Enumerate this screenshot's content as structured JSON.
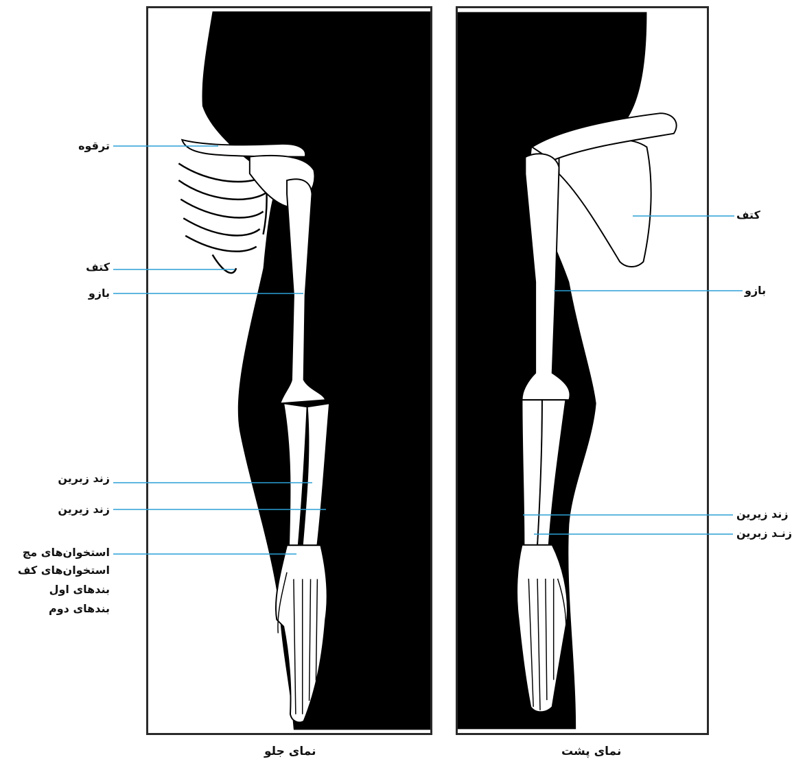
{
  "front_view": {
    "caption": "نمای جلو",
    "labels": {
      "clavicle": "ترقوه",
      "scapula": "کتف",
      "humerus": "بازو",
      "radius": "زند زبرین",
      "ulna": "زند زیرین",
      "carpals": "استخوان‌های مچ",
      "metacarpals": "استخوان‌های کف",
      "proximal_phalanges": "بندهای اول",
      "middle_phalanges": "بندهای دوم"
    }
  },
  "back_view": {
    "caption": "نمای پشت",
    "labels": {
      "scapula": "کتف",
      "humerus": "بازو",
      "ulna": "زند زیرین",
      "radius": "زنـد زبرین"
    }
  },
  "colors": {
    "leader_line": "#2a9fd6",
    "silhouette": "#000000",
    "bone": "#ffffff",
    "frame": "#2a2a2a"
  }
}
